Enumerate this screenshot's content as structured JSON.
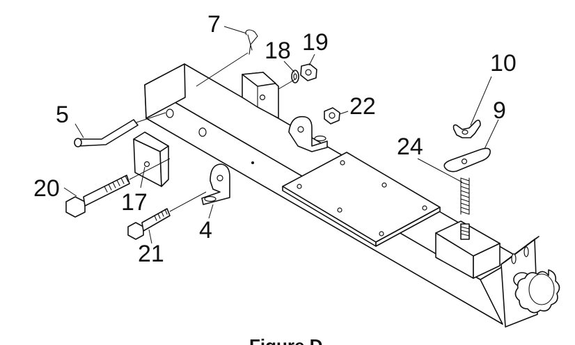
{
  "diagram": {
    "caption": "Figure D",
    "line_color": "#111111",
    "background": "#ffffff",
    "callouts": {
      "c7": "7",
      "c18": "18",
      "c19": "19",
      "c10": "10",
      "c5": "5",
      "c22": "22",
      "c9": "9",
      "c24": "24",
      "c20": "20",
      "c17": "17",
      "c4": "4",
      "c21": "21"
    }
  }
}
